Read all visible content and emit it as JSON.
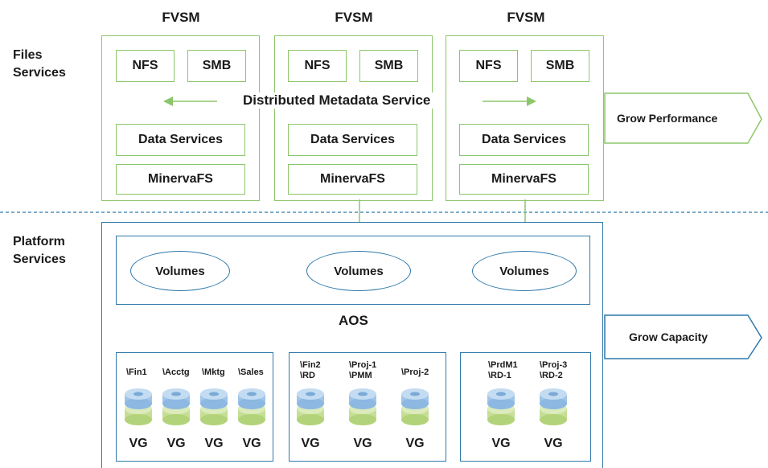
{
  "sections": {
    "files": "Files\nServices",
    "platform": "Platform\nServices"
  },
  "fvsm": [
    {
      "title": "FVSM",
      "nfs": "NFS",
      "smb": "SMB",
      "data_services": "Data Services",
      "minervafs": "MinervaFS"
    },
    {
      "title": "FVSM",
      "nfs": "NFS",
      "smb": "SMB",
      "data_services": "Data Services",
      "minervafs": "MinervaFS"
    },
    {
      "title": "FVSM",
      "nfs": "NFS",
      "smb": "SMB",
      "data_services": "Data Services",
      "minervafs": "MinervaFS"
    }
  ],
  "metadata_service": "Distributed Metadata Service",
  "grow_performance": "Grow Performance",
  "grow_capacity": "Grow Capacity",
  "volumes": [
    "Volumes",
    "Volumes",
    "Volumes"
  ],
  "aos": "AOS",
  "vg_groups": [
    {
      "shares": [
        "\\Fin1",
        "\\Acctg",
        "\\Mktg",
        "\\Sales"
      ],
      "vgs": [
        "VG",
        "VG",
        "VG",
        "VG"
      ]
    },
    {
      "shares": [
        "\\Fin2\n\\RD",
        "\\Proj-1\n\\PMM",
        "\\Proj-2"
      ],
      "vgs": [
        "VG",
        "VG",
        "VG"
      ]
    },
    {
      "shares": [
        "\\PrdM1\n\\RD-1",
        "\\Proj-3\n\\RD-2"
      ],
      "vgs": [
        "VG",
        "VG"
      ]
    }
  ],
  "colors": {
    "green": "#8cc66a",
    "blue": "#2f79aa",
    "disk_top": "#9fc5ea",
    "disk_bottom": "#c5df96"
  }
}
